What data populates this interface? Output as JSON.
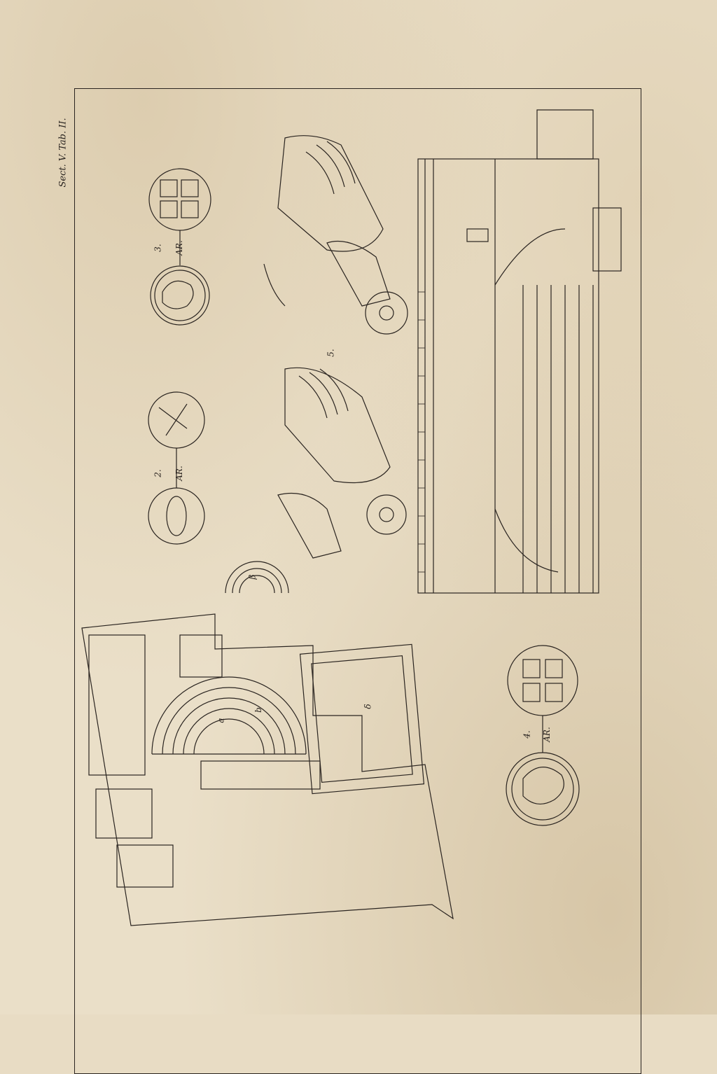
{
  "plate": {
    "title": "Sect. V. Tab. II."
  },
  "figures": [
    {
      "number": "2.",
      "metal": "AR."
    },
    {
      "number": "3.",
      "metal": "AR."
    },
    {
      "number": "4.",
      "metal": "AR."
    },
    {
      "number": "5."
    }
  ],
  "plan_letters": {
    "theatre_large": "a",
    "theatre_small": "β",
    "court": "δ",
    "stage": "b"
  },
  "colors": {
    "paper": "#eadfc8",
    "ink": "#2a2420"
  }
}
